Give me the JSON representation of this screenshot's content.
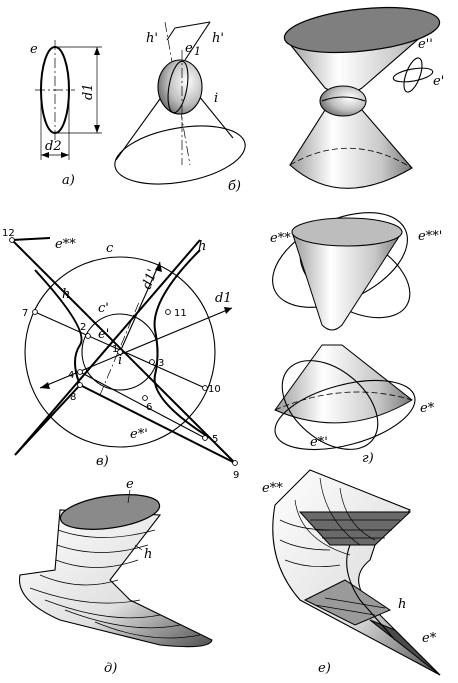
{
  "panels": {
    "a": {
      "caption": "а)",
      "labels": {
        "e": "e",
        "d1": "d1",
        "d2": "d2"
      }
    },
    "b": {
      "caption": "б)",
      "labels": {
        "h1": "h'",
        "h2": "h'",
        "e1": "e",
        "e1_sub": "1",
        "i": "i"
      }
    },
    "v_top": {
      "labels": {
        "e2": "e''",
        "e1": "e'"
      }
    },
    "v": {
      "caption": "в)",
      "labels": {
        "e_ss": "e**",
        "c": "c",
        "h_right": "h",
        "h_left": "h",
        "d1p": "d1'",
        "d1": "d1",
        "cp": "c'",
        "ep": "e'",
        "i": "i",
        "e_sp": "e*'"
      },
      "points": [
        "12",
        "7",
        "2",
        "11",
        "1",
        "3",
        "4",
        "8",
        "6",
        "10",
        "5",
        "9"
      ]
    },
    "g": {
      "caption": "г)",
      "labels": {
        "e_ss": "e**",
        "e_ssp": "e**'",
        "e_s": "e*",
        "e_sp": "e*'"
      }
    },
    "d": {
      "caption": "д)",
      "labels": {
        "e": "e",
        "h": "h"
      }
    },
    "e": {
      "caption": "е)",
      "labels": {
        "e_ss": "e**",
        "h": "h",
        "e_s": "e*"
      }
    }
  },
  "colors": {
    "ink": "#000000",
    "shade_dark": "#808080",
    "shade_light": "#d9d9d9",
    "paper": "#ffffff"
  }
}
